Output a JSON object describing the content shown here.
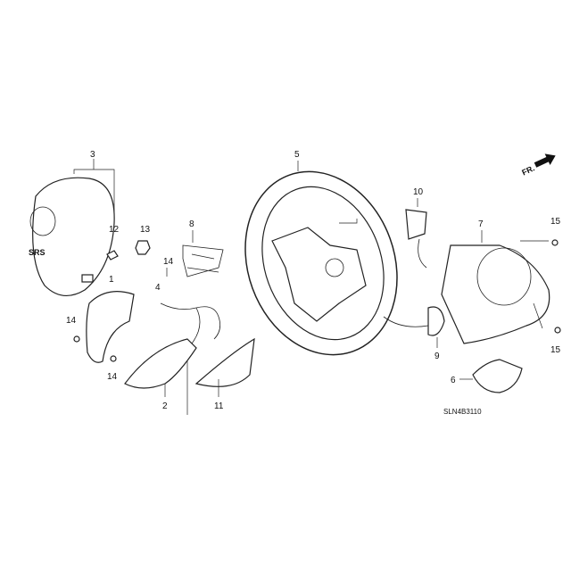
{
  "diagram": {
    "code": "SLN4B3110",
    "front_indicator": "FR.",
    "airbag_mark": "SRS",
    "callouts": {
      "c1": "1",
      "c2": "2",
      "c3": "3",
      "c4": "4",
      "c5": "5",
      "c6": "6",
      "c7": "7",
      "c8": "8",
      "c9": "9",
      "c10": "10",
      "c11": "11",
      "c12": "12",
      "c13": "13",
      "c14a": "14",
      "c14b": "14",
      "c14c": "14",
      "c15a": "15",
      "c15b": "15"
    }
  }
}
